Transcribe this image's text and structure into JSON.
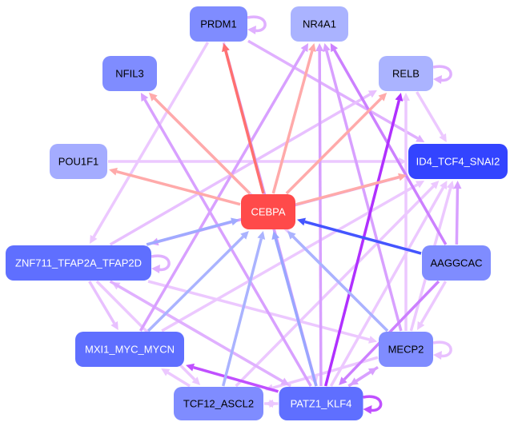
{
  "nodes": [
    {
      "id": "PRDM1",
      "label": "PRDM1",
      "fill": "#7f8cff",
      "text": "#000000"
    },
    {
      "id": "NR4A1",
      "label": "NR4A1",
      "fill": "#aab3ff",
      "text": "#000000"
    },
    {
      "id": "NFIL3",
      "label": "NFIL3",
      "fill": "#7f8cff",
      "text": "#000000"
    },
    {
      "id": "RELB",
      "label": "RELB",
      "fill": "#aab3ff",
      "text": "#000000"
    },
    {
      "id": "POU1F1",
      "label": "POU1F1",
      "fill": "#a4acff",
      "text": "#000000"
    },
    {
      "id": "ID4",
      "label": "ID4_TCF4_SNAI2",
      "fill": "#3344ff",
      "text": "#ffffff"
    },
    {
      "id": "CEBPA",
      "label": "CEBPA",
      "fill": "#ff4a4a",
      "text": "#ffffff"
    },
    {
      "id": "ZNF711",
      "label": "ZNF711_TFAP2A_TFAP2D",
      "fill": "#5f6fff",
      "text": "#ffffff"
    },
    {
      "id": "AAGGCAC",
      "label": "AAGGCAC",
      "fill": "#7f8cff",
      "text": "#000000"
    },
    {
      "id": "MXI1",
      "label": "MXI1_MYC_MYCN",
      "fill": "#5f6fff",
      "text": "#ffffff"
    },
    {
      "id": "MECP2",
      "label": "MECP2",
      "fill": "#7f8cff",
      "text": "#000000"
    },
    {
      "id": "TCF12",
      "label": "TCF12_ASCL2",
      "fill": "#7f8cff",
      "text": "#000000"
    },
    {
      "id": "PATZ1",
      "label": "PATZ1_KLF4",
      "fill": "#5f6fff",
      "text": "#ffffff"
    }
  ],
  "edges": [
    [
      "POU1F1",
      "ID4",
      "#ecc8ff"
    ],
    [
      "PRDM1",
      "ID4",
      "#e0b0ff"
    ],
    [
      "RELB",
      "ID4",
      "#ecc8ff"
    ],
    [
      "ZNF711",
      "RELB",
      "#e8c0ff"
    ],
    [
      "MXI1",
      "ID4",
      "#ecc8ff"
    ],
    [
      "TCF12",
      "ID4",
      "#ecc8ff"
    ],
    [
      "PATZ1",
      "ID4",
      "#ecc8ff"
    ],
    [
      "MECP2",
      "ID4",
      "#ecc8ff"
    ],
    [
      "PRDM1",
      "ZNF711",
      "#ecc8ff"
    ],
    [
      "MECP2",
      "NFIL3",
      "#ecc8ff"
    ],
    [
      "ZNF711",
      "MXI1",
      "#e8c0ff"
    ],
    [
      "ZNF711",
      "TCF12",
      "#ecc8ff"
    ],
    [
      "ID4",
      "ZNF711",
      "#d8a0ff"
    ],
    [
      "ZNF711",
      "MECP2",
      "#ecc8ff"
    ],
    [
      "AAGGCAC",
      "MECP2",
      "#ecc8ff"
    ],
    [
      "TCF12",
      "MXI1",
      "#ecc8ff"
    ],
    [
      "MECP2",
      "TCF12",
      "#ecc8ff"
    ],
    [
      "PATZ1",
      "ZNF711",
      "#e8c0ff"
    ],
    [
      "TCF12",
      "PATZ1",
      "#ecc8ff"
    ],
    [
      "PATZ1",
      "TCF12",
      "#ecc8ff"
    ],
    [
      "PRDM1",
      "PATZ1",
      "#ecc8ff"
    ],
    [
      "MECP2",
      "RELB",
      "#ecc8ff"
    ],
    [
      "ZNF711",
      "PATZ1",
      "#e0b0ff"
    ],
    [
      "PATZ1",
      "PRDM1",
      "#d8a0ff"
    ],
    [
      "PATZ1",
      "NR4A1",
      "#d8a0ff"
    ],
    [
      "PATZ1",
      "NFIL3",
      "#d8a0ff"
    ],
    [
      "MECP2",
      "NR4A1",
      "#d8a0ff"
    ],
    [
      "MXI1",
      "NR4A1",
      "#d8a0ff"
    ],
    [
      "AAGGCAC",
      "NR4A1",
      "#cc80ff"
    ],
    [
      "AAGGCAC",
      "ID4",
      "#d8a0ff"
    ],
    [
      "AAGGCAC",
      "PATZ1",
      "#cc80ff"
    ],
    [
      "MECP2",
      "PATZ1",
      "#d8a0ff"
    ],
    [
      "PATZ1",
      "MECP2",
      "#d8a0ff"
    ],
    [
      "PATZ1",
      "MXI1",
      "#c050ff"
    ],
    [
      "PATZ1",
      "RELB",
      "#b030ff"
    ],
    [
      "CEBPA",
      "PRDM1",
      "#ff7070"
    ],
    [
      "CEBPA",
      "NR4A1",
      "#ffaaaa"
    ],
    [
      "CEBPA",
      "NFIL3",
      "#ffaaaa"
    ],
    [
      "CEBPA",
      "RELB",
      "#ffaaaa"
    ],
    [
      "CEBPA",
      "POU1F1",
      "#ffaaaa"
    ],
    [
      "CEBPA",
      "ID4",
      "#ffaaaa"
    ],
    [
      "AAGGCAC",
      "CEBPA",
      "#4455ff"
    ],
    [
      "ZNF711",
      "CEBPA",
      "#a0aaff"
    ],
    [
      "MXI1",
      "CEBPA",
      "#aab3ff"
    ],
    [
      "TCF12",
      "CEBPA",
      "#aab3ff"
    ],
    [
      "PATZ1",
      "CEBPA",
      "#9aa6ff"
    ],
    [
      "MECP2",
      "CEBPA",
      "#aab3ff"
    ]
  ],
  "self_loops": [
    [
      "PRDM1",
      "#e0b0ff"
    ],
    [
      "RELB",
      "#e0b0ff"
    ],
    [
      "ZNF711",
      "#e0b0ff"
    ],
    [
      "MECP2",
      "#e8c0ff"
    ],
    [
      "PATZ1",
      "#c050ff"
    ]
  ]
}
